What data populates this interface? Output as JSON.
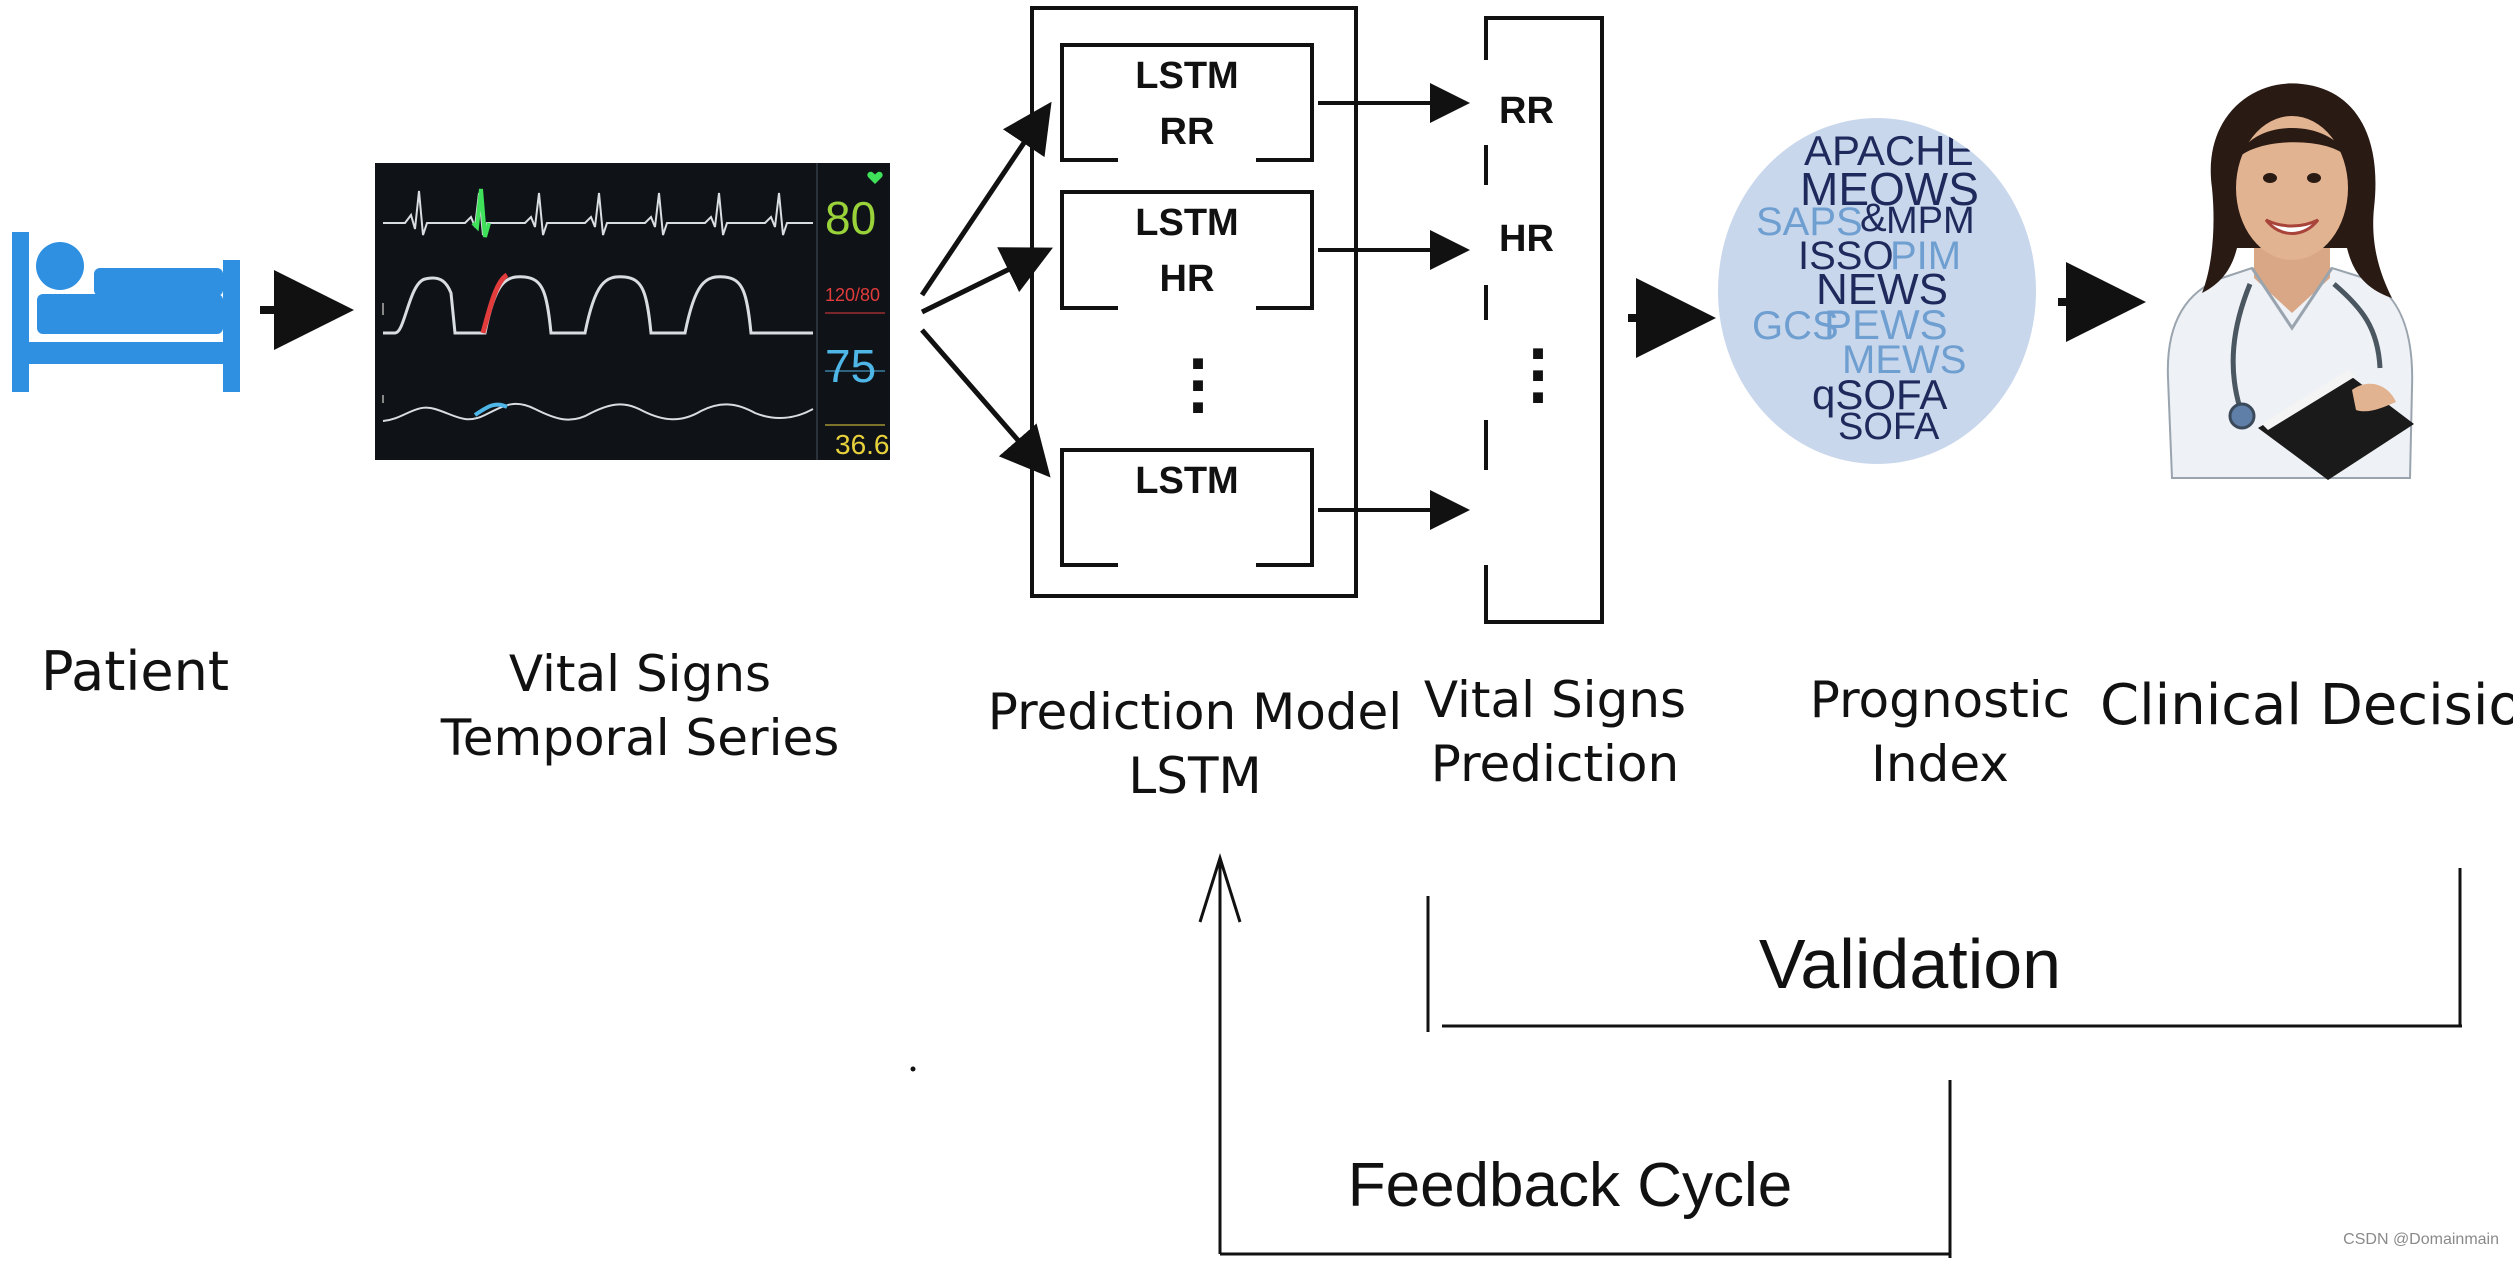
{
  "stages": {
    "patient": "Patient",
    "vital_signs_series": [
      "Vital Signs",
      "Temporal Series"
    ],
    "prediction_model": [
      "Prediction Model",
      "LSTM"
    ],
    "vital_signs_prediction": [
      "Vital Signs",
      "Prediction"
    ],
    "prognostic_index": [
      "Prognostic",
      "Index"
    ],
    "clinical_decision": "Clinical Decision"
  },
  "model_boxes": [
    {
      "title": "LSTM",
      "signal": "RR"
    },
    {
      "title": "LSTM",
      "signal": "HR"
    },
    {
      "title": "LSTM",
      "signal": ""
    }
  ],
  "predictions": [
    "RR",
    "HR",
    ""
  ],
  "monitor": {
    "readings": [
      "80",
      "120/80",
      "75",
      "36.6"
    ],
    "colors": [
      "#9ad23a",
      "#e23b3b",
      "#4fb6e8",
      "#e8d23c"
    ]
  },
  "index_words": [
    "APACHE",
    "MEOWS",
    "SAPS",
    "&",
    "MPM",
    "ISSO",
    "PIM",
    "NEWS",
    "GCS",
    "PEWS",
    "MEWS",
    "qSOFA",
    "SOFA"
  ],
  "loops": {
    "validation": "Validation",
    "feedback": "Feedback Cycle"
  },
  "watermark": "CSDN @Domainmain",
  "colors": {
    "bed_icon": "#2f8fe0",
    "cloud_bg": "#c9d7ec",
    "word_dark": "#1f2a5c",
    "word_light": "#6f9fd0"
  }
}
